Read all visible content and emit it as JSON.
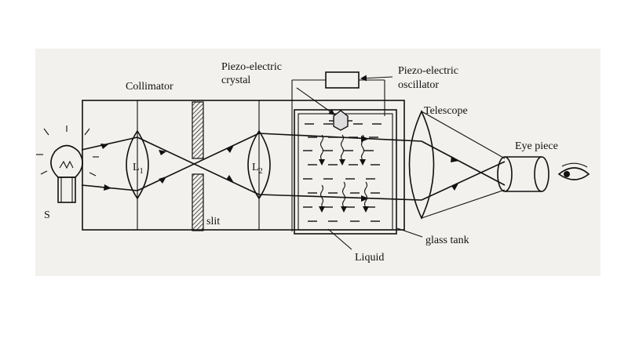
{
  "labels": {
    "collimator": "Collimator",
    "piezo_crystal_line1": "Piezo-electric",
    "piezo_crystal_line2": "crystal",
    "piezo_osc_line1": "Piezo-electric",
    "piezo_osc_line2": "oscillator",
    "telescope": "Telescope",
    "eye_piece": "Eye piece",
    "source": "S",
    "lens1": "L",
    "lens1_sub": "1",
    "lens2": "L",
    "lens2_sub": "2",
    "slit": "slit",
    "glass_tank": "glass tank",
    "liquid": "Liquid"
  },
  "colors": {
    "ink": "#111111",
    "paper_tint": "#f3f1ee",
    "hatch": "#222222"
  },
  "icons": {
    "source": "light-bulb-icon",
    "eye": "eye-icon"
  }
}
